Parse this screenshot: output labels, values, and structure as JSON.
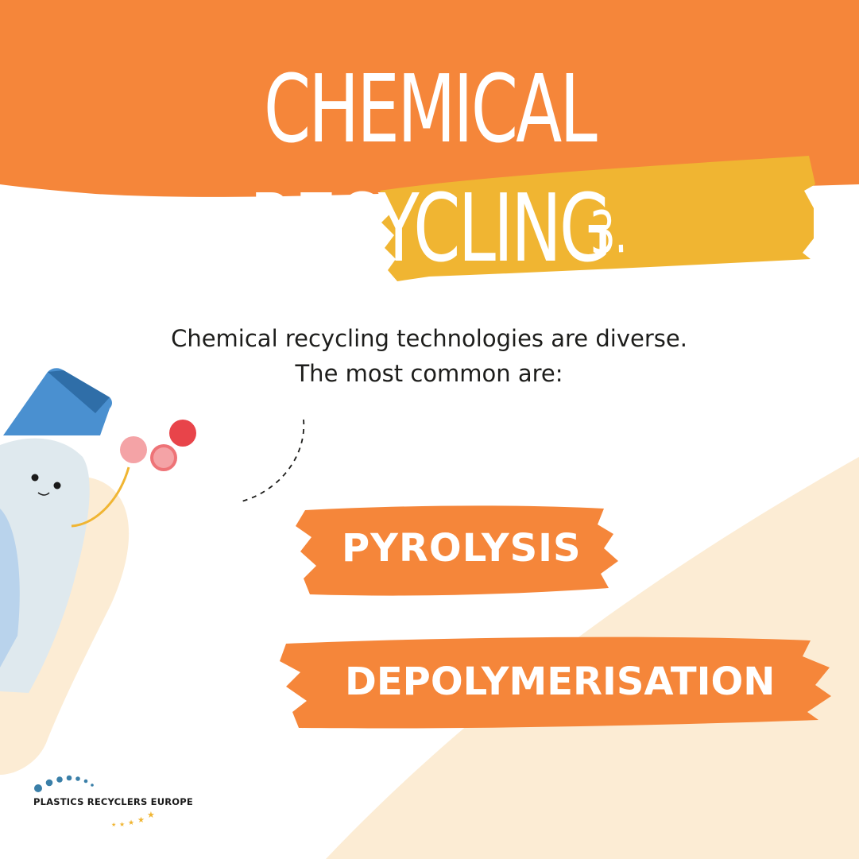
{
  "header": {
    "title": "CHEMICAL RECYCLING",
    "subtitle": "3. TECHNOLOGIES"
  },
  "intro": {
    "line1": "Chemical recycling technologies are diverse.",
    "line2": "The most common are:"
  },
  "technologies": [
    {
      "label": "PYROLYSIS"
    },
    {
      "label": "DEPOLYMERISATION"
    }
  ],
  "logo": {
    "text": "PLASTICS RECYCLERS EUROPE"
  },
  "colors": {
    "header_orange": "#f5863a",
    "subtitle_yellow": "#f0b532",
    "brush_orange": "#f5863a",
    "cream": "#fcecd4",
    "text_dark": "#1d1d1b",
    "bottle_cap_blue": "#3f85c8",
    "bottle_body": "#dfe9ee",
    "molecule_red": "#e8444a",
    "molecule_pink": "#f4a3a6",
    "logo_blue": "#3a7fa8",
    "logo_gold": "#f0b532"
  }
}
